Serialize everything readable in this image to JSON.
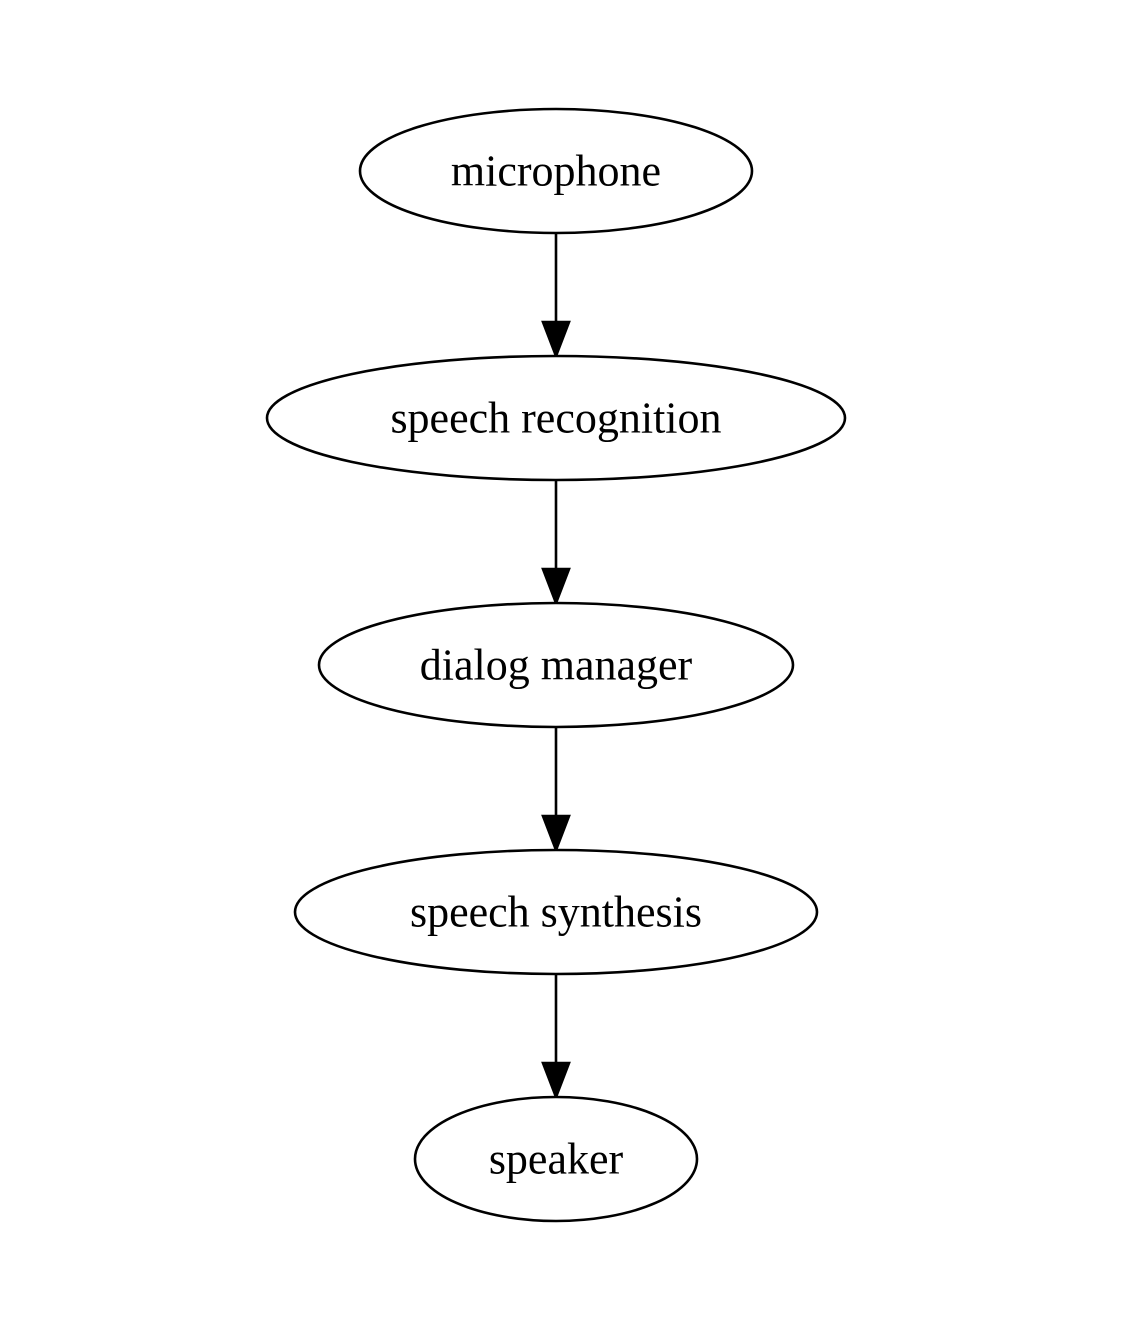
{
  "diagram": {
    "type": "flowchart",
    "nodes": [
      {
        "id": "microphone",
        "label": "microphone"
      },
      {
        "id": "speech_recognition",
        "label": "speech recognition"
      },
      {
        "id": "dialog_manager",
        "label": "dialog manager"
      },
      {
        "id": "speech_synthesis",
        "label": "speech synthesis"
      },
      {
        "id": "speaker",
        "label": "speaker"
      }
    ],
    "edges": [
      {
        "from": "microphone",
        "to": "speech_recognition"
      },
      {
        "from": "speech_recognition",
        "to": "dialog_manager"
      },
      {
        "from": "dialog_manager",
        "to": "speech_synthesis"
      },
      {
        "from": "speech_synthesis",
        "to": "speaker"
      }
    ],
    "colors": {
      "stroke": "#000000",
      "fill": "#ffffff",
      "text": "#000000"
    }
  }
}
